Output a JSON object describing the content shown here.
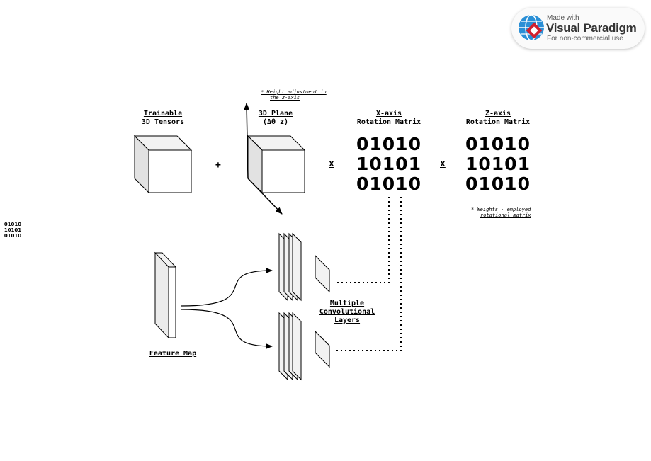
{
  "watermark": {
    "made_with": "Made with",
    "brand": "Visual Paradigm",
    "sub": "For non-commercial use"
  },
  "labels": {
    "trainable_line1": "Trainable",
    "trainable_line2": "3D Tensors",
    "plane_line1": "3D Plane",
    "plane_line2": "(Δθ z)",
    "xaxis_line1": "X-axis",
    "xaxis_line2": "Rotation Matrix",
    "zaxis_line1": "Z-axis",
    "zaxis_line2": "Rotation Matrix",
    "feature_map": "Feature Map",
    "conv_line1": "Multiple",
    "conv_line2": "Convolutional",
    "conv_line3": "Layers"
  },
  "notes": {
    "height_line1": "* Height adjustment in",
    "height_line2": "the z-axis",
    "weights_line1": "* Weights - employed",
    "weights_line2": "rotational matrix"
  },
  "operators": {
    "plus": "+",
    "times1": "x",
    "times2": "x"
  },
  "binary": {
    "big_rows_a": [
      "01010",
      "10101",
      "01010"
    ],
    "big_rows_b": [
      "01010",
      "10101",
      "01010"
    ],
    "small_rows": [
      "01010",
      "10101",
      "01010"
    ]
  }
}
